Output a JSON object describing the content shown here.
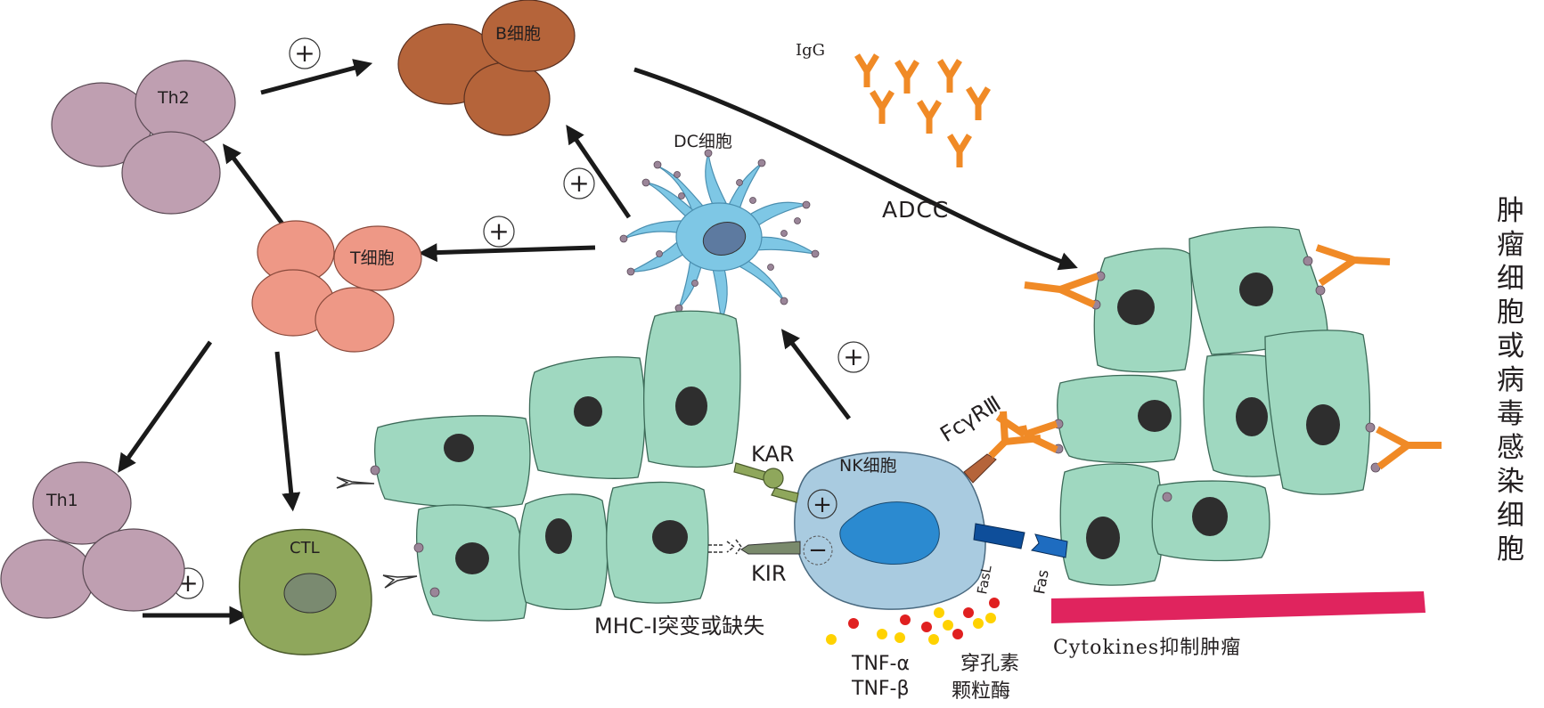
{
  "labels": {
    "b_cell": "B细胞",
    "th2": "Th2",
    "th1": "Th1",
    "t_cell": "T细胞",
    "dc_cell": "DC细胞",
    "ctl": "CTL",
    "nk_cell": "NK细胞",
    "igg": "IgG",
    "adcc": "ADCC",
    "kar": "KAR",
    "kir": "KIR",
    "fcr": "FcγRⅢ",
    "fasl": "FasL",
    "fas": "Fas",
    "mhc": "MHC-Ⅰ突变或缺失",
    "tnf_a": "TNF-α",
    "tnf_b": "TNF-β",
    "perforin": "穿孔素",
    "granzyme": "颗粒酶",
    "cytokines": "Cytokines抑制肿瘤",
    "tumor_vertical": [
      "肿",
      "瘤",
      "细",
      "胞",
      "或",
      "病",
      "毒",
      "感",
      "染",
      "细",
      "胞"
    ],
    "plus": "+",
    "minus": "−"
  },
  "colors": {
    "th_cell": "#bf9fb1",
    "b_cell": "#b5643a",
    "t_cell": "#ee9886",
    "dc_cell": "#7ec7e5",
    "ctl": "#8fa75c",
    "nk_cell": "#a9cbe0",
    "nk_nucleus": "#2b8ad0",
    "tumor_cell": "#9fd8c0",
    "antibody": "#f08a26",
    "cytokine_bar": "#e0245e",
    "arrow": "#1a1a1a"
  }
}
